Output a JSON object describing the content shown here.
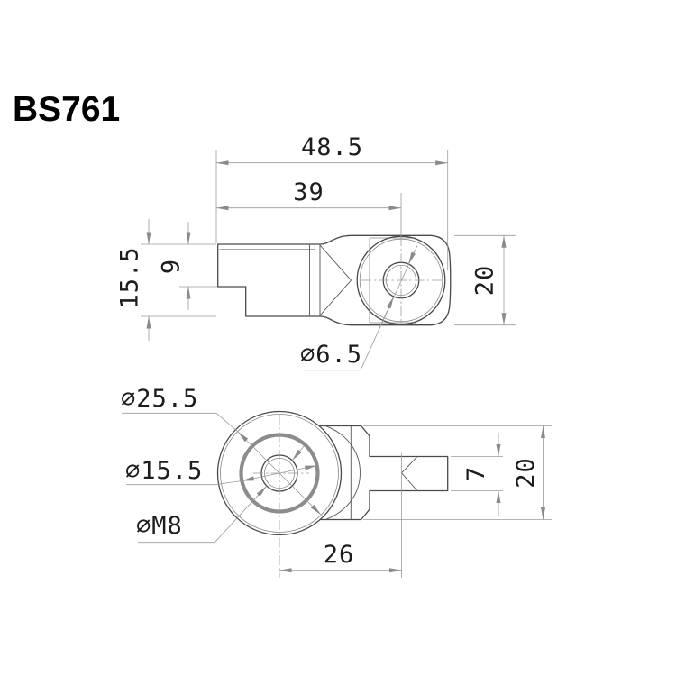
{
  "title": "BS761",
  "colors": {
    "ink": "#4a4a4a",
    "annotation": "#9a9a9a",
    "text": "#1c1c1c"
  },
  "side_view": {
    "dim_overall_length": "48.5",
    "dim_hole_center": "39",
    "dim_arm_height": "15.5",
    "dim_step_height": "9",
    "dim_head_height": "20",
    "label_hole_dia": "⌀6.5"
  },
  "plan_view": {
    "label_head_dia": "⌀25.5",
    "label_bore_dia": "⌀15.5",
    "label_thread": "⌀M8",
    "dim_center_to_cone": "26",
    "dim_tongue_width": "7",
    "dim_arm_width": "20"
  }
}
